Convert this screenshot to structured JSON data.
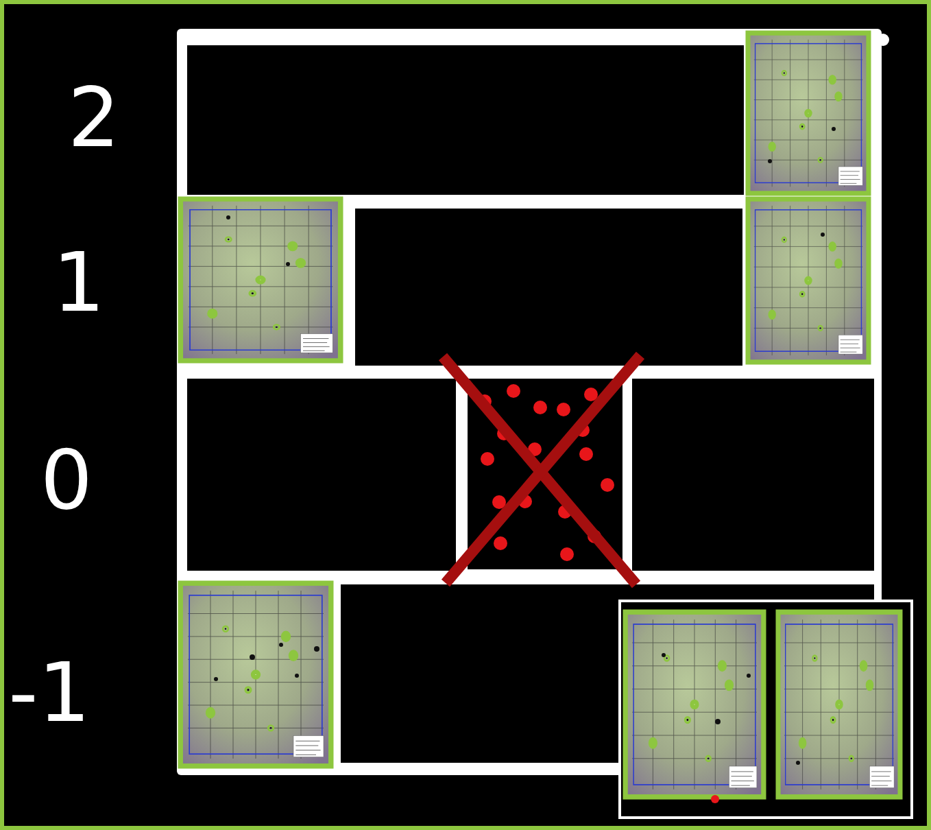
{
  "diagram": {
    "labels": [
      "2",
      "1",
      "0",
      "-1"
    ]
  }
}
